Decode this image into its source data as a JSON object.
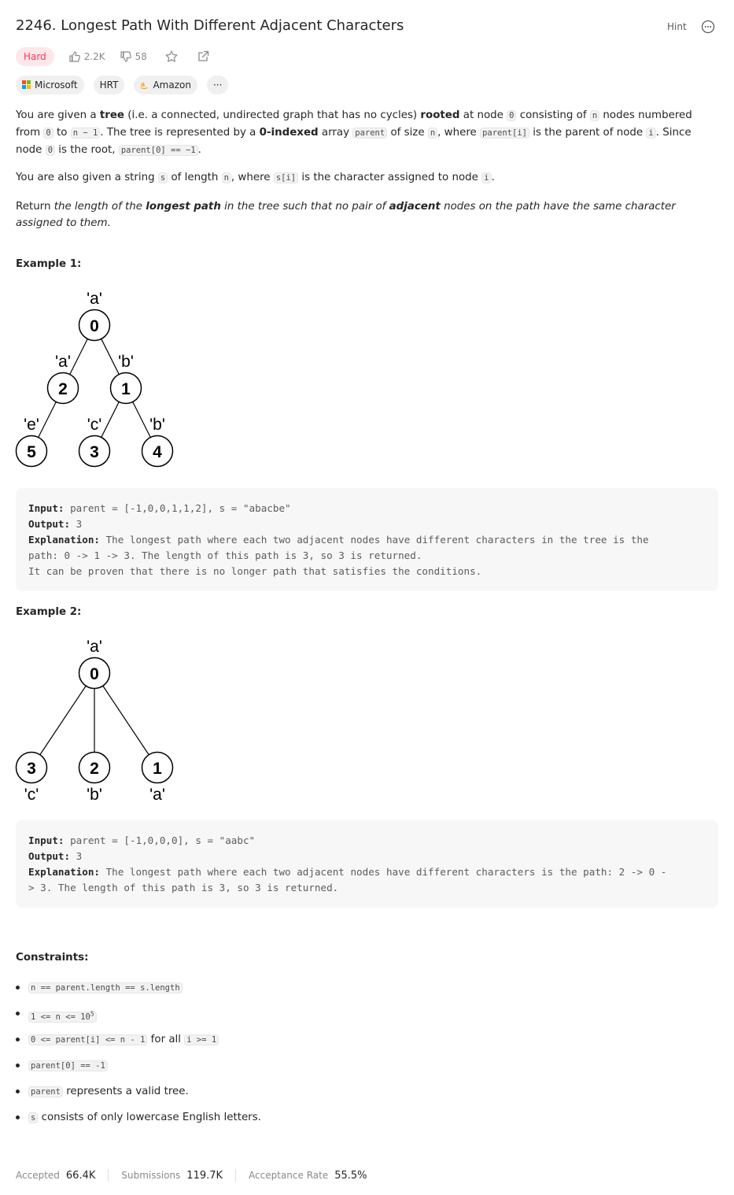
{
  "problem": {
    "title": "2246. Longest Path With Different Adjacent Characters",
    "hint_label": "Hint",
    "difficulty": "Hard",
    "likes": "2.2K",
    "dislikes": "58"
  },
  "companies": [
    "Microsoft",
    "HRT",
    "Amazon",
    "···"
  ],
  "description": {
    "p1": {
      "t1": "You are given a ",
      "tree": "tree",
      "t2": " (i.e. a connected, undirected graph that has no cycles) ",
      "rooted": "rooted",
      "t3": " at node ",
      "c_zero": "0",
      "t4": " consisting of ",
      "c_n": "n",
      "t5": " nodes numbered from ",
      "c_zero2": "0",
      "t6": " to ",
      "c_n1": "n − 1",
      "t7": ". The tree is represented by a ",
      "zero_indexed": "0-indexed",
      "t8": " array ",
      "c_parent": "parent",
      "t9": " of size ",
      "c_n2": "n",
      "t10": ", where ",
      "c_parent_i": "parent[i]",
      "t11": " is the parent of node ",
      "c_i": "i",
      "t12": ". Since node ",
      "c_zero3": "0",
      "t13": " is the root, ",
      "c_parent0": "parent[0] == −1",
      "t14": "."
    },
    "p2": {
      "t1": "You are also given a string ",
      "c_s": "s",
      "t2": " of length ",
      "c_n": "n",
      "t3": ", where ",
      "c_si": "s[i]",
      "t4": " is the character assigned to node ",
      "c_i": "i",
      "t5": "."
    },
    "p3": {
      "t1": "Return ",
      "i1": "the length of the ",
      "longest": "longest path",
      "i2": " in the tree such that no pair of ",
      "adjacent": "adjacent",
      "i3": " nodes on the path have the same character assigned to them."
    }
  },
  "examples": [
    {
      "title": "Example 1:",
      "input_label": "Input:",
      "input": "parent = [-1,0,0,1,1,2], s = \"abacbe\"",
      "output_label": "Output:",
      "output": "3",
      "explanation_label": "Explanation:",
      "explanation_l1": "The longest path where each two adjacent nodes have different characters in the tree is the",
      "explanation_l2": "path: 0 -> 1 -> 3. The length of this path is 3, so 3 is returned.",
      "explanation_l3": "It can be proven that there is no longer path that satisfies the conditions.",
      "tree": {
        "nodes": [
          {
            "id": "0",
            "label": "'a'"
          },
          {
            "id": "2",
            "label": "'a'"
          },
          {
            "id": "1",
            "label": "'b'"
          },
          {
            "id": "5",
            "label": "'e'"
          },
          {
            "id": "3",
            "label": "'c'"
          },
          {
            "id": "4",
            "label": "'b'"
          }
        ]
      }
    },
    {
      "title": "Example 2:",
      "input_label": "Input:",
      "input": "parent = [-1,0,0,0], s = \"aabc\"",
      "output_label": "Output:",
      "output": "3",
      "explanation_label": "Explanation:",
      "explanation_l1": "The longest path where each two adjacent nodes have different characters is the path: 2 -> 0 -",
      "explanation_l2": "> 3. The length of this path is 3, so 3 is returned.",
      "tree": {
        "nodes": [
          {
            "id": "0",
            "label": "'a'"
          },
          {
            "id": "3",
            "label": "'c'"
          },
          {
            "id": "2",
            "label": "'b'"
          },
          {
            "id": "1",
            "label": "'a'"
          }
        ]
      }
    }
  ],
  "constraints": {
    "title": "Constraints:",
    "c1": "n == parent.length == s.length",
    "c2_code": "1 <= n <= 10",
    "c2_sup": "5",
    "c3_code": "0 <= parent[i] <= n - 1",
    "c3_mid": " for all ",
    "c3_code2": "i >= 1",
    "c4": "parent[0] == -1",
    "c5_code": "parent",
    "c5_text": " represents a valid tree.",
    "c6_code": "s",
    "c6_text": " consists of only lowercase English letters."
  },
  "stats": {
    "accepted_label": "Accepted",
    "accepted": "66.4K",
    "submissions_label": "Submissions",
    "submissions": "119.7K",
    "rate_label": "Acceptance Rate",
    "rate": "55.5%"
  },
  "colors": {
    "hard": "#f8395a",
    "hard_bg": "#fde7ea"
  }
}
